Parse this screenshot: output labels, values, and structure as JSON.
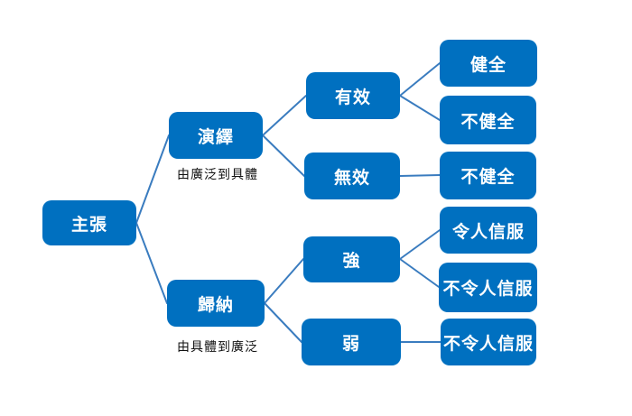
{
  "diagram": {
    "background_color": "#ffffff",
    "node_fill_color": "#0070C0",
    "node_text_color": "#ffffff",
    "connector_color": "#3A7CBF",
    "caption_text_color": "#111111",
    "nodes": {
      "claim": {
        "label": "主張"
      },
      "deduction": {
        "label": "演繹"
      },
      "induction": {
        "label": "歸納"
      },
      "valid": {
        "label": "有效"
      },
      "invalid": {
        "label": "無效"
      },
      "strong": {
        "label": "強"
      },
      "weak": {
        "label": "弱"
      },
      "sound": {
        "label": "健全"
      },
      "unsound_valid": {
        "label": "不健全"
      },
      "unsound_invalid": {
        "label": "不健全"
      },
      "cogent": {
        "label": "令人信服"
      },
      "uncogent_strong": {
        "label": "不令人信服"
      },
      "uncogent_weak": {
        "label": "不令人信服"
      }
    },
    "captions": {
      "deduction_note": "由廣泛到具體",
      "induction_note": "由具體到廣泛"
    },
    "edges": [
      [
        "claim",
        "deduction"
      ],
      [
        "claim",
        "induction"
      ],
      [
        "deduction",
        "valid"
      ],
      [
        "deduction",
        "invalid"
      ],
      [
        "valid",
        "sound"
      ],
      [
        "valid",
        "unsound_valid"
      ],
      [
        "invalid",
        "unsound_invalid"
      ],
      [
        "induction",
        "strong"
      ],
      [
        "induction",
        "weak"
      ],
      [
        "strong",
        "cogent"
      ],
      [
        "strong",
        "uncogent_strong"
      ],
      [
        "weak",
        "uncogent_weak"
      ]
    ]
  }
}
